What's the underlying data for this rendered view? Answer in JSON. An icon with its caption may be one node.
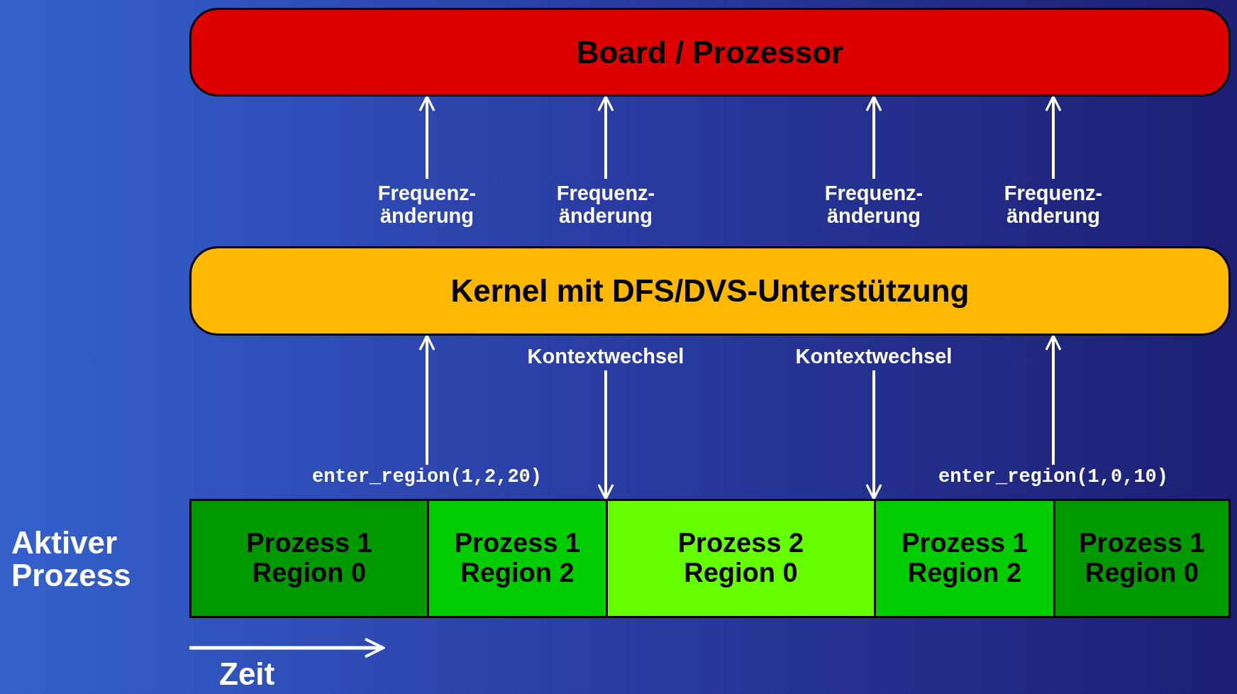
{
  "diagram": {
    "nodes": [
      {
        "text": [
          "Board / Prozessor"
        ]
      },
      {
        "text": [
          "Frequenz- änderung"
        ]
      },
      {
        "text": [
          "Frequenz- änderung"
        ]
      },
      {
        "text": [
          "Frequenz- änderung"
        ]
      },
      {
        "text": [
          "Frequenz- änderung"
        ]
      },
      {
        "text": [
          "Kernel mit DFS/DVS-Unterstützung"
        ]
      },
      {
        "text": [
          "Kontextwechsel"
        ]
      },
      {
        "text": [
          "Kontextwechsel"
        ]
      },
      {
        "text": [
          "enter_region(1,2,20)"
        ]
      },
      {
        "text": [
          "enter_region(1,0,10)"
        ]
      },
      {
        "text": [
          "Prozess 1",
          "Region 0"
        ]
      },
      {
        "text": [
          "Prozess 1",
          "Region 2"
        ]
      },
      {
        "text": [
          "Prozess 2",
          "Region 0"
        ]
      },
      {
        "text": [
          "Prozess 1",
          "Region 2"
        ]
      },
      {
        "text": [
          "Prozess 1",
          "Region 0"
        ]
      }
    ],
    "edges": [
      {
        "from": 1,
        "to": 0,
        "arrow": "to"
      },
      {
        "from": 2,
        "to": 0,
        "arrow": "to"
      },
      {
        "from": 3,
        "to": 0,
        "arrow": "to"
      },
      {
        "from": 4,
        "to": 0,
        "arrow": "to"
      },
      {
        "from": 6,
        "to": 12,
        "arrow": "to"
      },
      {
        "from": 7,
        "to": 13,
        "arrow": "to"
      },
      {
        "from": 8,
        "to": 5,
        "arrow": "to"
      },
      {
        "from": 9,
        "to": 5,
        "arrow": "to"
      }
    ],
    "labels": [
      "Aktiver Prozess",
      "Zeit"
    ]
  }
}
